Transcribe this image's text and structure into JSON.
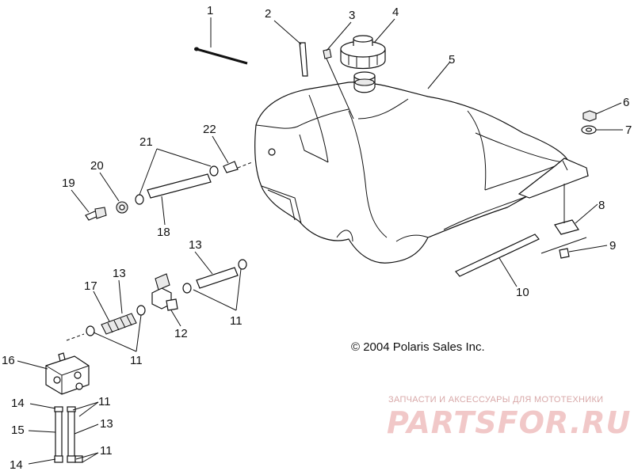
{
  "callouts": {
    "c1": "1",
    "c2": "2",
    "c3": "3",
    "c4": "4",
    "c5": "5",
    "c6": "6",
    "c7": "7",
    "c8": "8",
    "c9": "9",
    "c10": "10",
    "c11a": "11",
    "c11b": "11",
    "c11c": "11",
    "c11d": "11",
    "c12": "12",
    "c13a": "13",
    "c13b": "13",
    "c13c": "13",
    "c14a": "14",
    "c14b": "14",
    "c15": "15",
    "c16": "16",
    "c17": "17",
    "c18": "18",
    "c19": "19",
    "c20": "20",
    "c21": "21",
    "c22": "22"
  },
  "copyright": "© 2004 Polaris Sales Inc.",
  "watermark": {
    "subtitle": "ЗАПЧАСТИ И АКСЕССУАРЫ ДЛЯ МОТОТЕХНИКИ",
    "brand": "PARTSFOR.RU"
  }
}
